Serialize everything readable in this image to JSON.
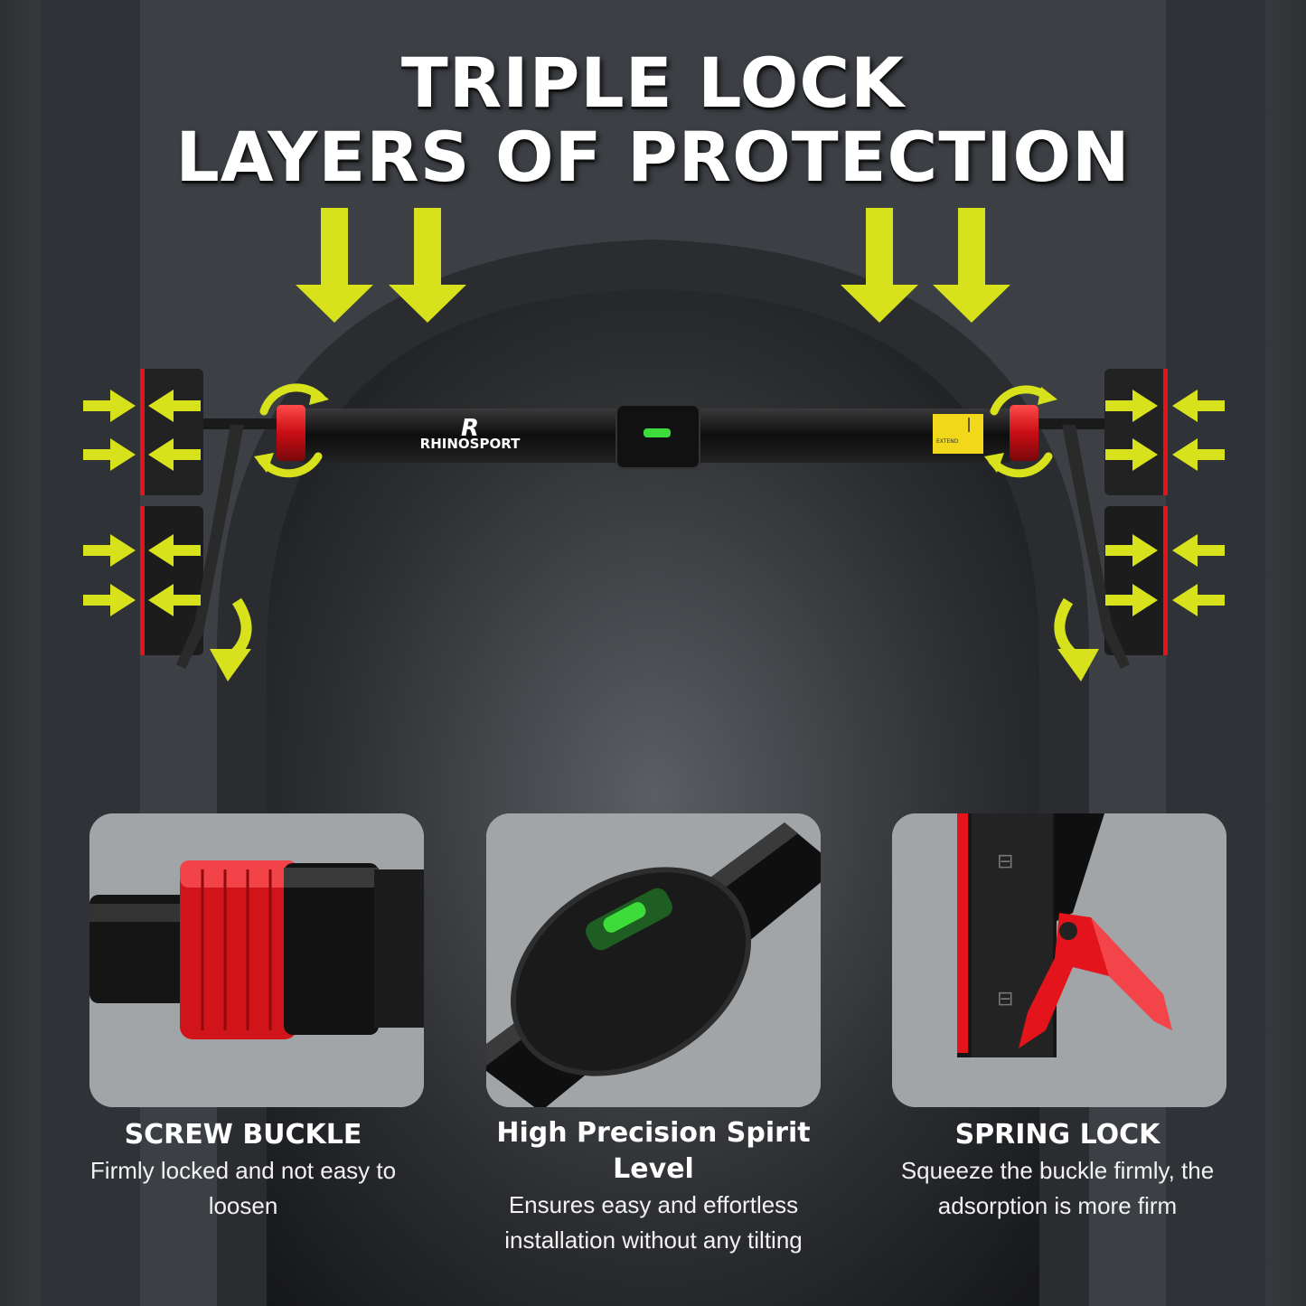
{
  "headline": {
    "line1": "TRIPLE LOCK",
    "line2": "LAYERS OF PROTECTION"
  },
  "bar": {
    "brand": "RHINOSPORT",
    "brand_mark": "R",
    "sticker": "EXTEND"
  },
  "features": [
    {
      "title": "SCREW BUCKLE",
      "description": "Firmly locked and not easy to loosen"
    },
    {
      "title": "High Precision Spirit Level",
      "description": "Ensures easy and effortless installation without any tilting"
    },
    {
      "title": "SPRING LOCK",
      "description": "Squeeze the buckle firmly, the adsorption is more firm"
    }
  ],
  "colors": {
    "background": "#3a3d42",
    "arrow": "#d8e21c",
    "accent_red": "#e3141c",
    "bubble_green": "#3ddc3a",
    "card_bg": "#9fa2a5"
  },
  "icons": [
    "down-arrow-icon",
    "right-arrow-icon",
    "left-arrow-icon",
    "rotate-arrow-icon",
    "curved-down-arrow-icon"
  ]
}
